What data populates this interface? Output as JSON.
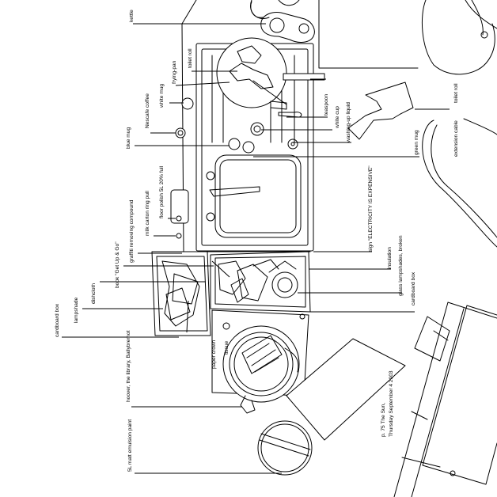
{
  "labels": {
    "kettle": "kettle",
    "toilet_roll_top": "toilet roll",
    "frying_pan": "frying-pan",
    "white_mug": "white mug",
    "nescafe": "Nescafe coffee",
    "teaspoon": "teaspoon",
    "white_cup": "white cup",
    "washing_up": "washing-up liquid",
    "toilet_roll_right": "toilet roll",
    "blue_mug": "blue mug",
    "floor_polish": "floor polish 5L 20% full",
    "milk_ring": "milk carton ring pull",
    "graffiti": "graffiti removing compound",
    "green_mug": "green mug",
    "extension_cable": "extension cable",
    "electricity": "sign \"ELECTRICITY IS EXPENSIVE\"",
    "book": "book \"Get Up & Go\"",
    "dishcloth": "dishcloth",
    "lampshade": "lampshade",
    "cardboard_box_left": "cardboard box",
    "insulation": "insulation",
    "glass_lampshades": "glass lampshades, broken",
    "cardboard_box_mid": "cardboard box",
    "hoover": "hoover, the library, Ballybremot",
    "paper_crown": "paper crown",
    "tissue": "tissue",
    "sun_page": "p. 75 The Sun,",
    "sun_date": "Thursday September 4 2003",
    "emulsion": "5L matt emulsion paint"
  }
}
